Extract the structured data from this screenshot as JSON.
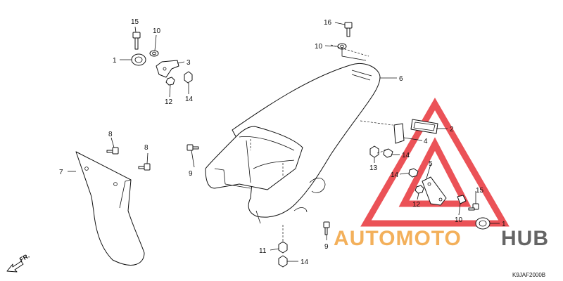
{
  "diagram": {
    "drawing_code": "K9JAF2000B",
    "direction_label": "FR.",
    "callouts": {
      "c1a": "1",
      "c1b": "1",
      "c2": "2",
      "c3": "3",
      "c4": "4",
      "c5": "5",
      "c6": "6",
      "c7": "7",
      "c8a": "8",
      "c8b": "8",
      "c9a": "9",
      "c9b": "9",
      "c10a": "10",
      "c10b": "10",
      "c10c": "10",
      "c11": "11",
      "c12a": "12",
      "c12b": "12",
      "c13": "13",
      "c14a": "14",
      "c14b": "14",
      "c14c": "14",
      "c14d": "14",
      "c15a": "15",
      "c15b": "15",
      "c16": "16"
    }
  },
  "watermark": {
    "text_part1": "AUTOMOTO",
    "text_part2": "HUB",
    "colors": {
      "triangle": "#e8343a",
      "text_part1": "#f2a84a",
      "text_part2": "#555555"
    }
  }
}
